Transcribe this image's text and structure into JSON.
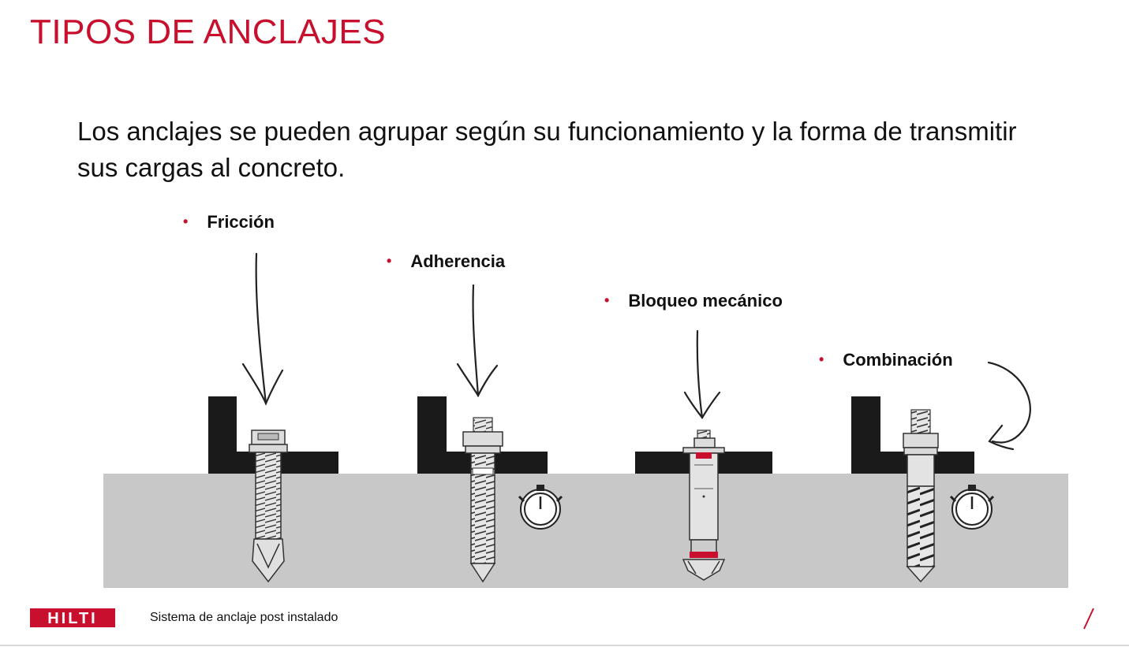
{
  "slide": {
    "title": "TIPOS DE ANCLAJES",
    "intro": "Los anclajes se pueden agrupar según su funcionamiento y la forma de transmitir sus cargas al concreto."
  },
  "anchor_types": [
    {
      "label": "Fricción",
      "timer_icon": false
    },
    {
      "label": "Adherencia",
      "timer_icon": true
    },
    {
      "label": "Bloqueo mecánico",
      "timer_icon": false
    },
    {
      "label": "Combinación",
      "timer_icon": true
    }
  ],
  "icons": {
    "load_arrow": "down-arrow-icon",
    "rotation_arrow": "curved-arrow-icon",
    "timer": "stopwatch-icon"
  },
  "colors": {
    "brand_red": "#c8102e",
    "concrete": "#c8c8c8",
    "steel_plate": "#1a1a1a"
  },
  "footer": {
    "logo_text": "HILTI",
    "caption": "Sistema de anclaje post instalado"
  }
}
